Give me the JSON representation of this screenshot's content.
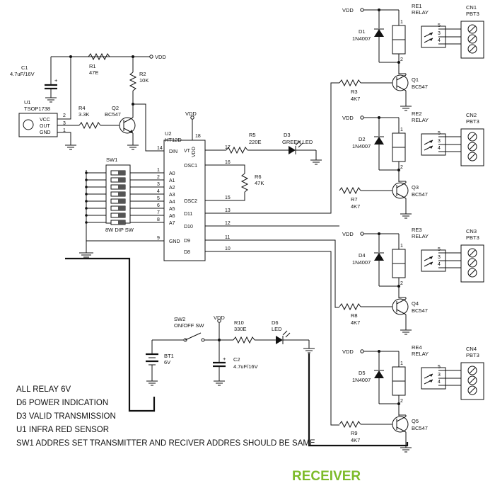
{
  "title": "RECEIVER",
  "notes": [
    "ALL RELAY 6V",
    "D6 POWER INDICATION",
    "D3 VALID TRANSMISSION",
    "U1 INFRA RED SENSOR",
    "SW1  ADDRES SET TRANSMITTER AND RECIVER ADDRES SHOULD BE SAME"
  ],
  "supply": {
    "vdd": "VDD"
  },
  "c1": {
    "ref": "C1",
    "value": "4.7uF/16V",
    "plus": "+"
  },
  "r1": {
    "ref": "R1",
    "value": "47E"
  },
  "r2": {
    "ref": "R2",
    "value": "10K"
  },
  "r4": {
    "ref": "R4",
    "value": "3.3K"
  },
  "q2": {
    "ref": "Q2",
    "value": "BC547"
  },
  "u1": {
    "ref": "U1",
    "value": "TSOP1738",
    "pins": [
      "VCC",
      "OUT",
      "GND"
    ],
    "pin_numbers": [
      "2",
      "3",
      "1"
    ]
  },
  "u2": {
    "ref": "U2",
    "value": "HT12D",
    "left_pins": [
      {
        "name": "DIN",
        "num": "14"
      },
      {
        "name": "A0",
        "num": "1"
      },
      {
        "name": "A1",
        "num": "2"
      },
      {
        "name": "A2",
        "num": "3"
      },
      {
        "name": "A3",
        "num": "4"
      },
      {
        "name": "A4",
        "num": "5"
      },
      {
        "name": "A5",
        "num": "6"
      },
      {
        "name": "A6",
        "num": "7"
      },
      {
        "name": "A7",
        "num": "8"
      },
      {
        "name": "GND",
        "num": "9"
      }
    ],
    "right_pins": [
      {
        "name": "VT",
        "num": "17"
      },
      {
        "name": "OSC1",
        "num": "16"
      },
      {
        "name": "OSC2",
        "num": "15"
      },
      {
        "name": "D11",
        "num": "13"
      },
      {
        "name": "D10",
        "num": "12"
      },
      {
        "name": "D9",
        "num": "11"
      },
      {
        "name": "D8",
        "num": "10"
      }
    ],
    "top_pin": {
      "name": "VDD",
      "num": "18"
    }
  },
  "sw1": {
    "ref": "SW1",
    "value": "8W DIP SW"
  },
  "r5": {
    "ref": "R5",
    "value": "220E"
  },
  "r6": {
    "ref": "R6",
    "value": "47K"
  },
  "d3": {
    "ref": "D3",
    "value": "GREEN LED"
  },
  "sw2": {
    "ref": "SW2",
    "value": "ON/OFF SW"
  },
  "bt1": {
    "ref": "BT1",
    "value": "6V"
  },
  "r10": {
    "ref": "R10",
    "value": "330E"
  },
  "c2": {
    "ref": "C2",
    "value": "4.7uF/16V",
    "plus": "+"
  },
  "d6": {
    "ref": "D6",
    "value": "LED"
  },
  "channels": [
    {
      "relay": "RE1",
      "relay_label": "RELAY",
      "diode": "D1",
      "diode_value": "1N4007",
      "conn": "CN1",
      "conn_value": "PBT3",
      "res": "R3",
      "res_value": "4K7",
      "q": "Q1",
      "q_value": "BC547",
      "relay_pins": [
        "1",
        "2"
      ],
      "conn_pins": [
        "5",
        "3",
        "4"
      ]
    },
    {
      "relay": "RE2",
      "relay_label": "RELAY",
      "diode": "D2",
      "diode_value": "1N4007",
      "conn": "CN2",
      "conn_value": "PBT3",
      "res": "R7",
      "res_value": "4K7",
      "q": "Q3",
      "q_value": "BC547",
      "relay_pins": [
        "1",
        "2"
      ],
      "conn_pins": [
        "5",
        "3",
        "4"
      ]
    },
    {
      "relay": "RE3",
      "relay_label": "RELAY",
      "diode": "D4",
      "diode_value": "1N4007",
      "conn": "CN3",
      "conn_value": "PBT3",
      "res": "R8",
      "res_value": "4K7",
      "q": "Q4",
      "q_value": "BC547",
      "relay_pins": [
        "1",
        "2"
      ],
      "conn_pins": [
        "5",
        "3",
        "4"
      ]
    },
    {
      "relay": "RE4",
      "relay_label": "RELAY",
      "diode": "D5",
      "diode_value": "1N4007",
      "conn": "CN4",
      "conn_value": "PBT3",
      "res": "R9",
      "res_value": "4K7",
      "q": "Q5",
      "q_value": "BC547",
      "relay_pins": [
        "1",
        "2"
      ],
      "conn_pins": [
        "5",
        "3",
        "4"
      ]
    }
  ]
}
